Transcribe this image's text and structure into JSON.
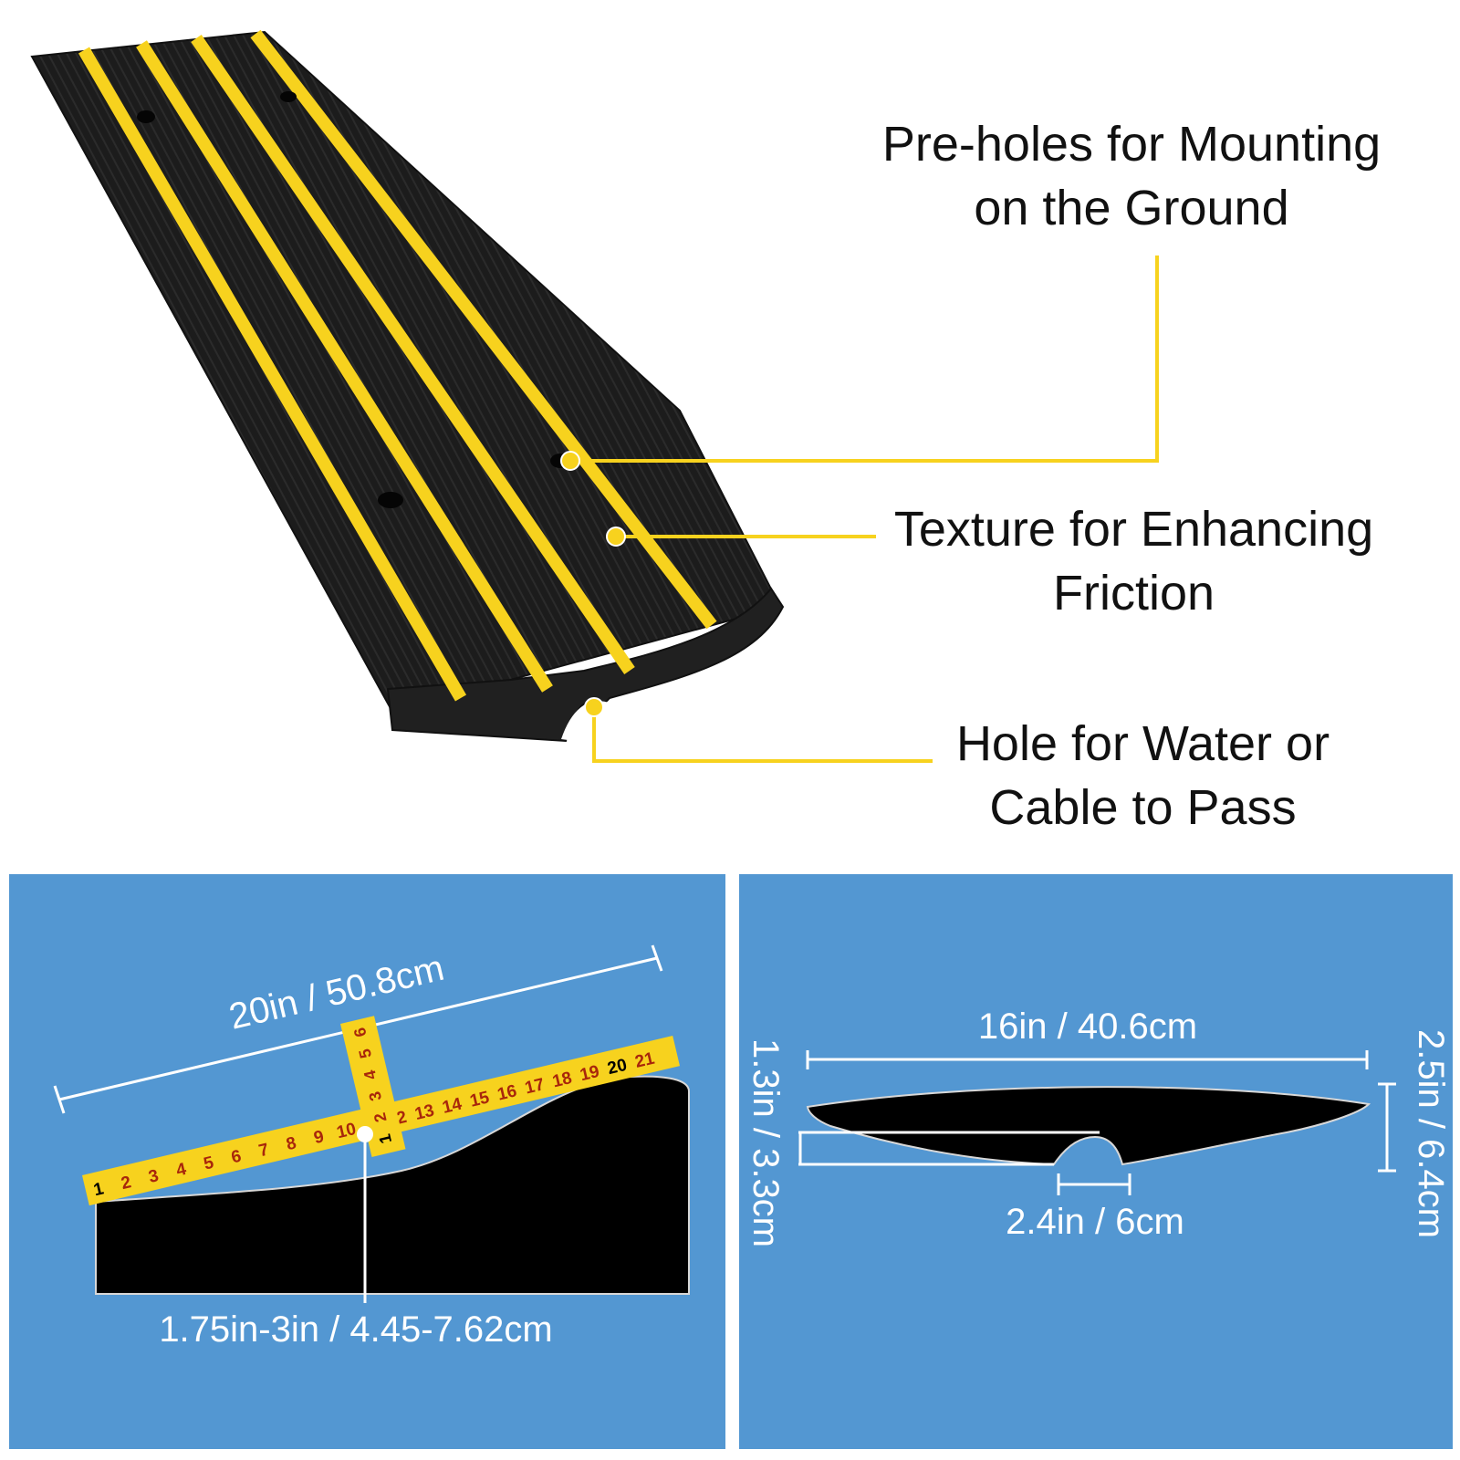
{
  "colors": {
    "accent_yellow": "#f7d21e",
    "panel_blue": "#5397d2",
    "rubber_black": "#1a1a1a",
    "ruler_number_red": "#a8260b"
  },
  "callouts": {
    "mounting_holes": {
      "line1": "Pre-holes for Mounting",
      "line2": "on the Ground"
    },
    "texture": {
      "line1": "Texture for Enhancing",
      "line2": "Friction"
    },
    "cable_hole": {
      "line1": "Hole for Water or",
      "line2": "Cable to Pass"
    }
  },
  "side_view": {
    "length_label": "20in / 50.8cm",
    "height_label": "1.75in-3in / 4.45-7.62cm",
    "ruler_horizontal": [
      "1",
      "2",
      "3",
      "4",
      "5",
      "6",
      "7",
      "8",
      "9",
      "10",
      "12",
      "13",
      "14",
      "15",
      "16",
      "17",
      "18",
      "19",
      "20",
      "21"
    ],
    "ruler_vertical": [
      "1",
      "2",
      "3",
      "4",
      "5",
      "6"
    ]
  },
  "profile_view": {
    "width_label": "16in / 40.6cm",
    "height_label": "2.5in / 6.4cm",
    "channel_height_label": "1.3in / 3.3cm",
    "channel_width_label": "2.4in / 6cm"
  }
}
